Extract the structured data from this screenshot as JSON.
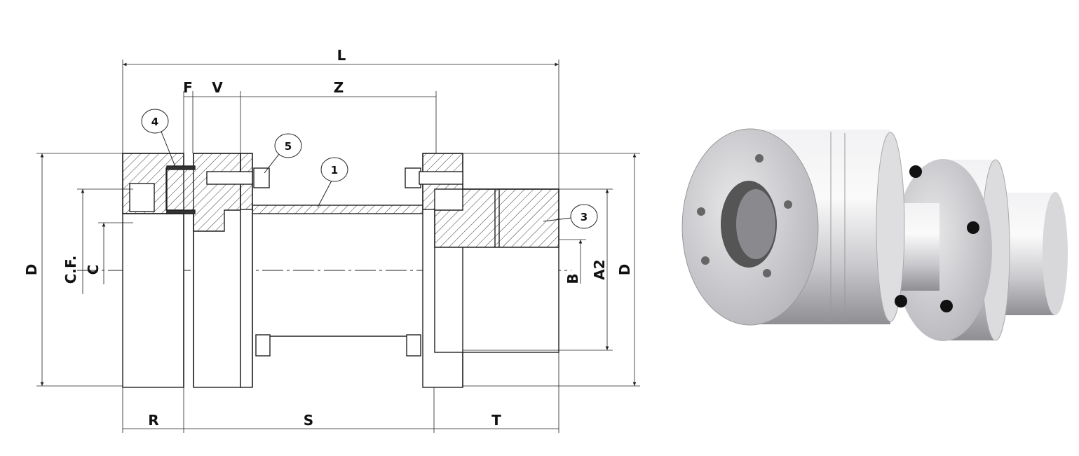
{
  "drawing": {
    "dimensions": {
      "L": "L",
      "F": "F",
      "V": "V",
      "Z": "Z",
      "D_left": "D",
      "CF": "C.F.",
      "C": "C",
      "B": "B",
      "A2": "A2",
      "D_right": "D",
      "R": "R",
      "S": "S",
      "T": "T"
    },
    "callouts": {
      "p1": "1",
      "p3": "3",
      "p4": "4",
      "p5": "5"
    }
  },
  "render": {
    "metal_light": "#e6e6e8",
    "metal_dark": "#8a8a8e",
    "bolt": "#111111"
  }
}
